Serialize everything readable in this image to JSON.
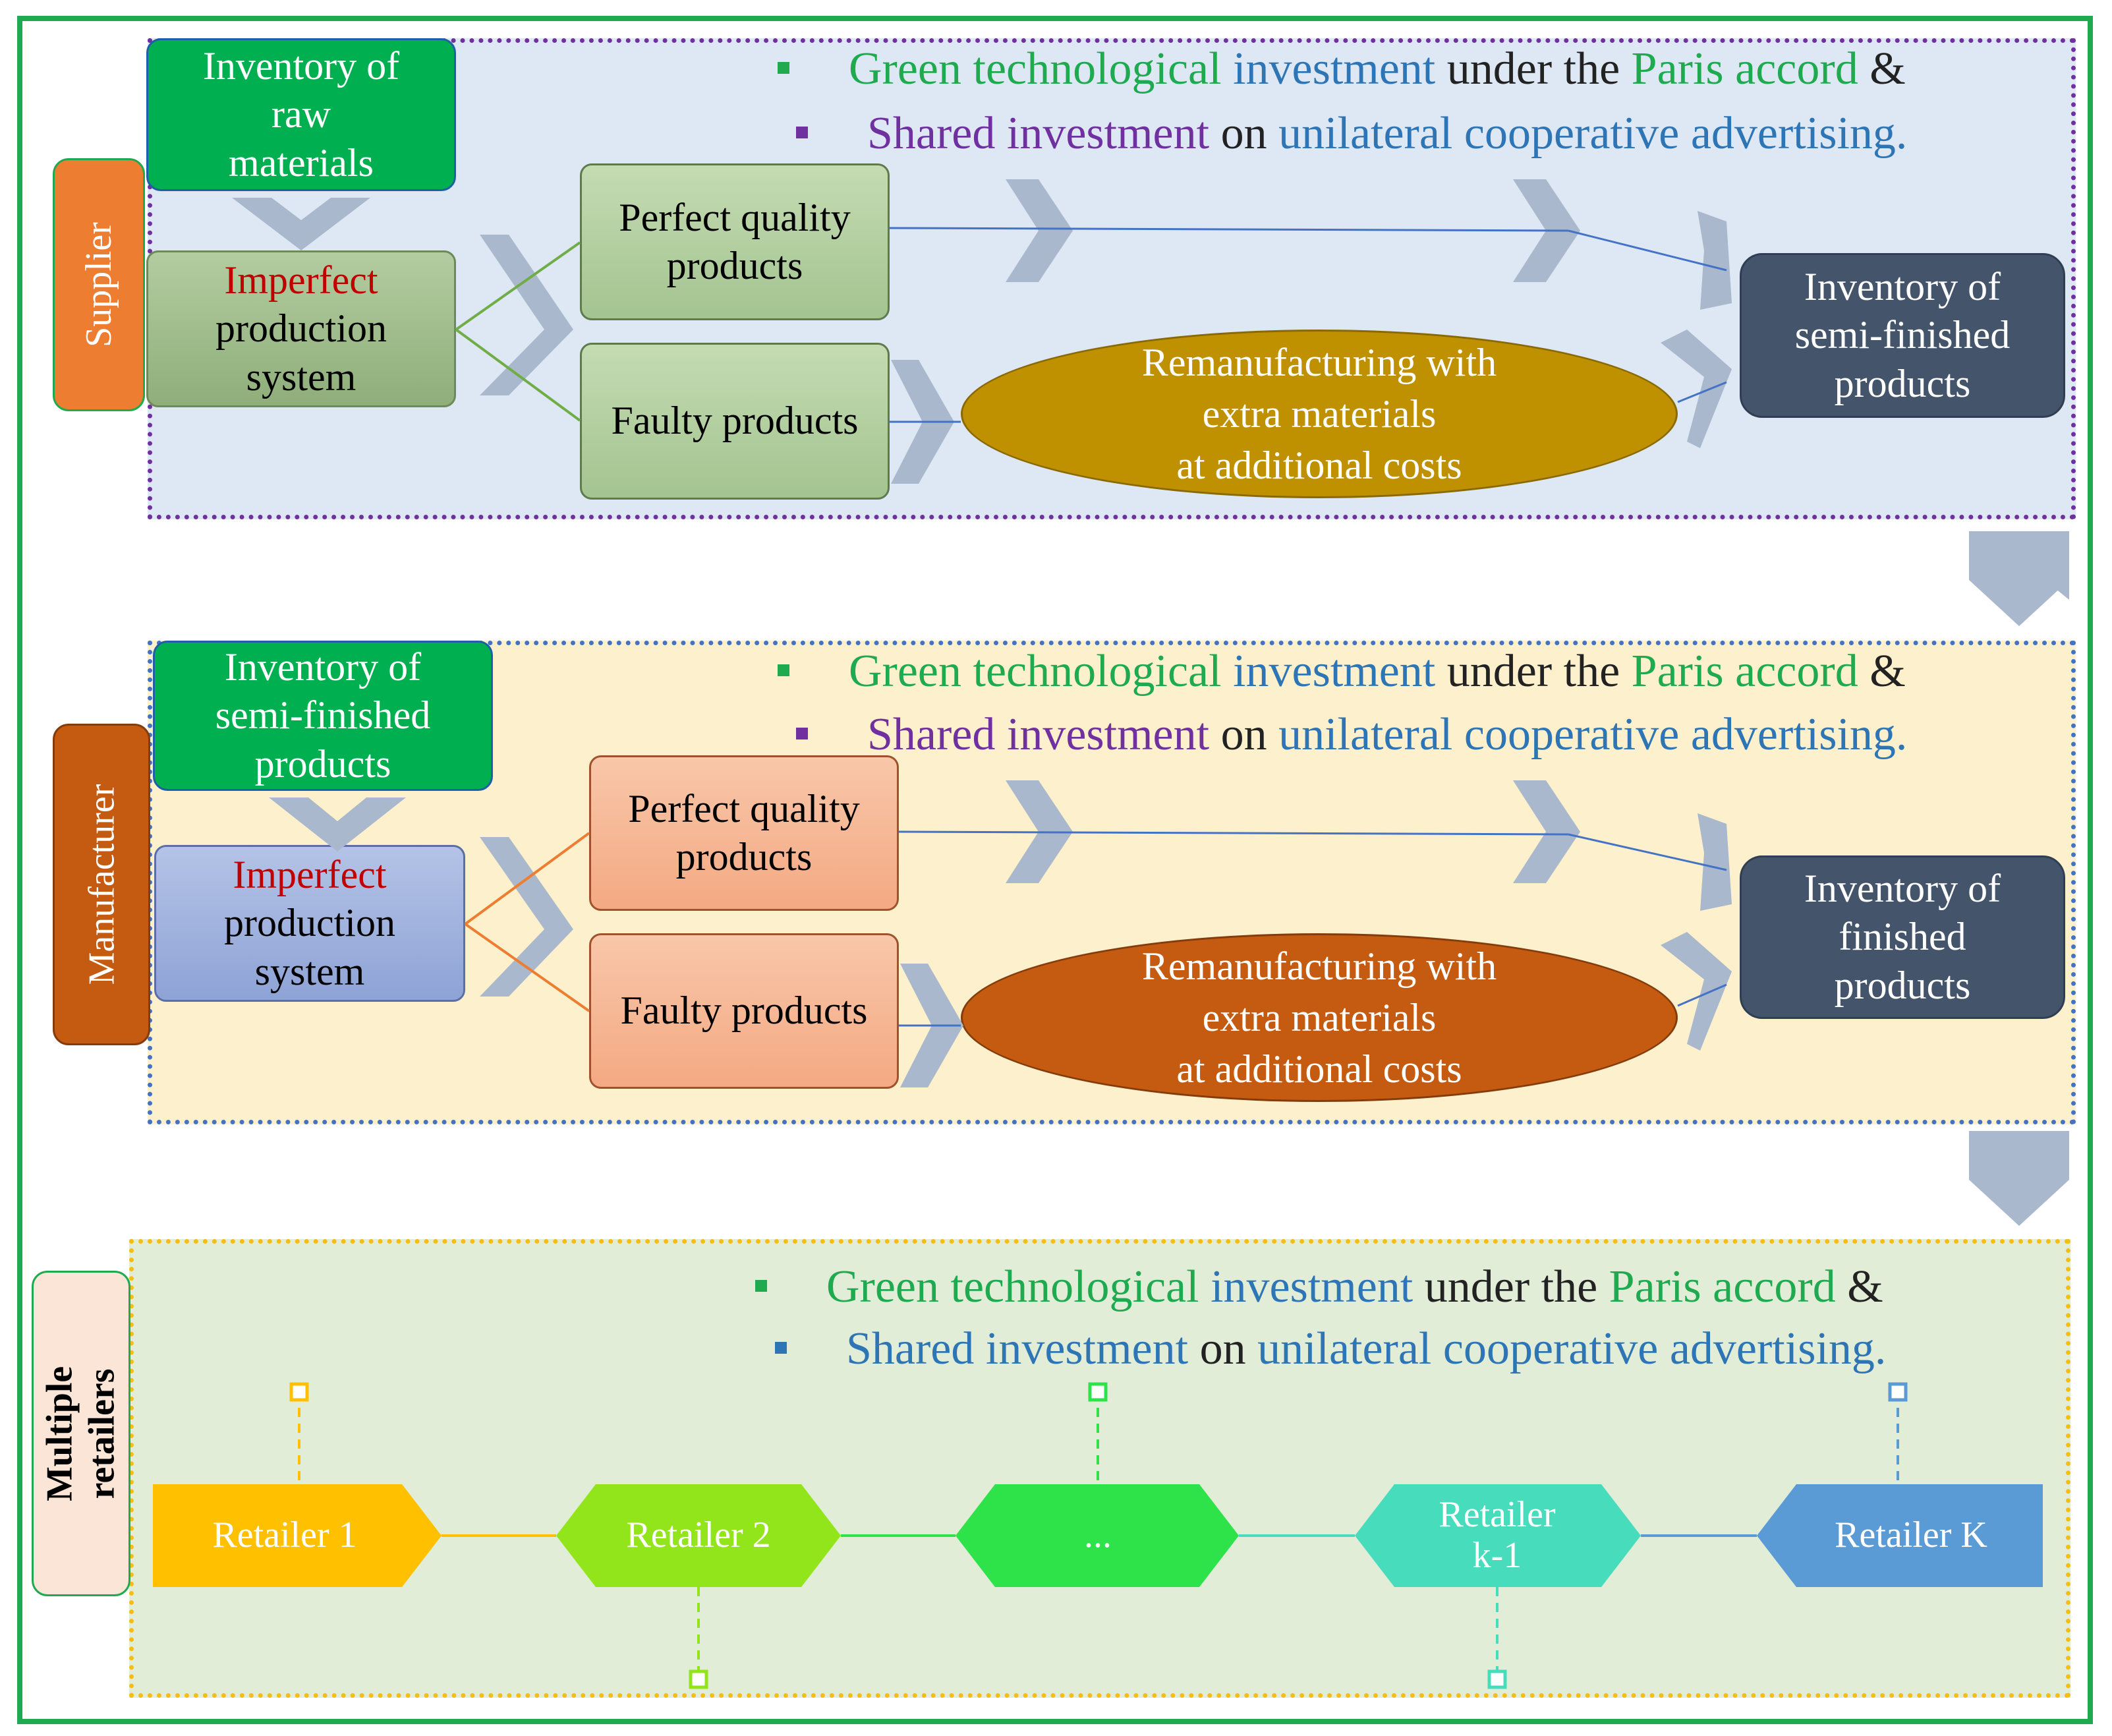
{
  "bullets": {
    "green_a": "Green technological",
    "green_b": "investment",
    "green_c": "under the",
    "green_d": "Paris accord",
    "green_e": "&",
    "shared_a": "Shared investment",
    "shared_b": "on",
    "shared_c": "unilateral cooperative advertising."
  },
  "supplier": {
    "label": "Supplier",
    "inventory_in": [
      "Inventory of",
      "raw",
      "materials"
    ],
    "production_prefix": "Imperfect",
    "production_rest": [
      "production",
      "system"
    ],
    "perfect": [
      "Perfect quality",
      "products"
    ],
    "faulty": "Faulty products",
    "reman": [
      "Remanufacturing with",
      "extra materials",
      "at additional costs"
    ],
    "inventory_out": [
      "Inventory of",
      "semi-finished",
      "products"
    ]
  },
  "manufacturer": {
    "label": "Manufacturer",
    "inventory_in": [
      "Inventory of",
      "semi-finished",
      "products"
    ],
    "production_prefix": "Imperfect",
    "production_rest": [
      "production",
      "system"
    ],
    "perfect": [
      "Perfect quality",
      "products"
    ],
    "faulty": "Faulty products",
    "reman": [
      "Remanufacturing with",
      "extra materials",
      "at additional costs"
    ],
    "inventory_out": [
      "Inventory of",
      "finished",
      "products"
    ]
  },
  "retailers": {
    "label": [
      "Multiple",
      "retailers"
    ],
    "items": [
      "Retailer 1",
      "Retailer 2",
      "...",
      "Retailer k-1",
      "Retailer K"
    ]
  },
  "colors": {
    "green_text": "#1faa4f",
    "blue_text": "#2e75b6",
    "purple_text": "#7030a0",
    "supplier_label": "#ed7d31",
    "manufacturer_label": "#c55a11",
    "retailer_1": "#ffc000",
    "retailer_2": "#92e51a",
    "retailer_3": "#2ee24a",
    "retailer_4": "#47dcbc",
    "retailer_5": "#5b9bd5"
  }
}
